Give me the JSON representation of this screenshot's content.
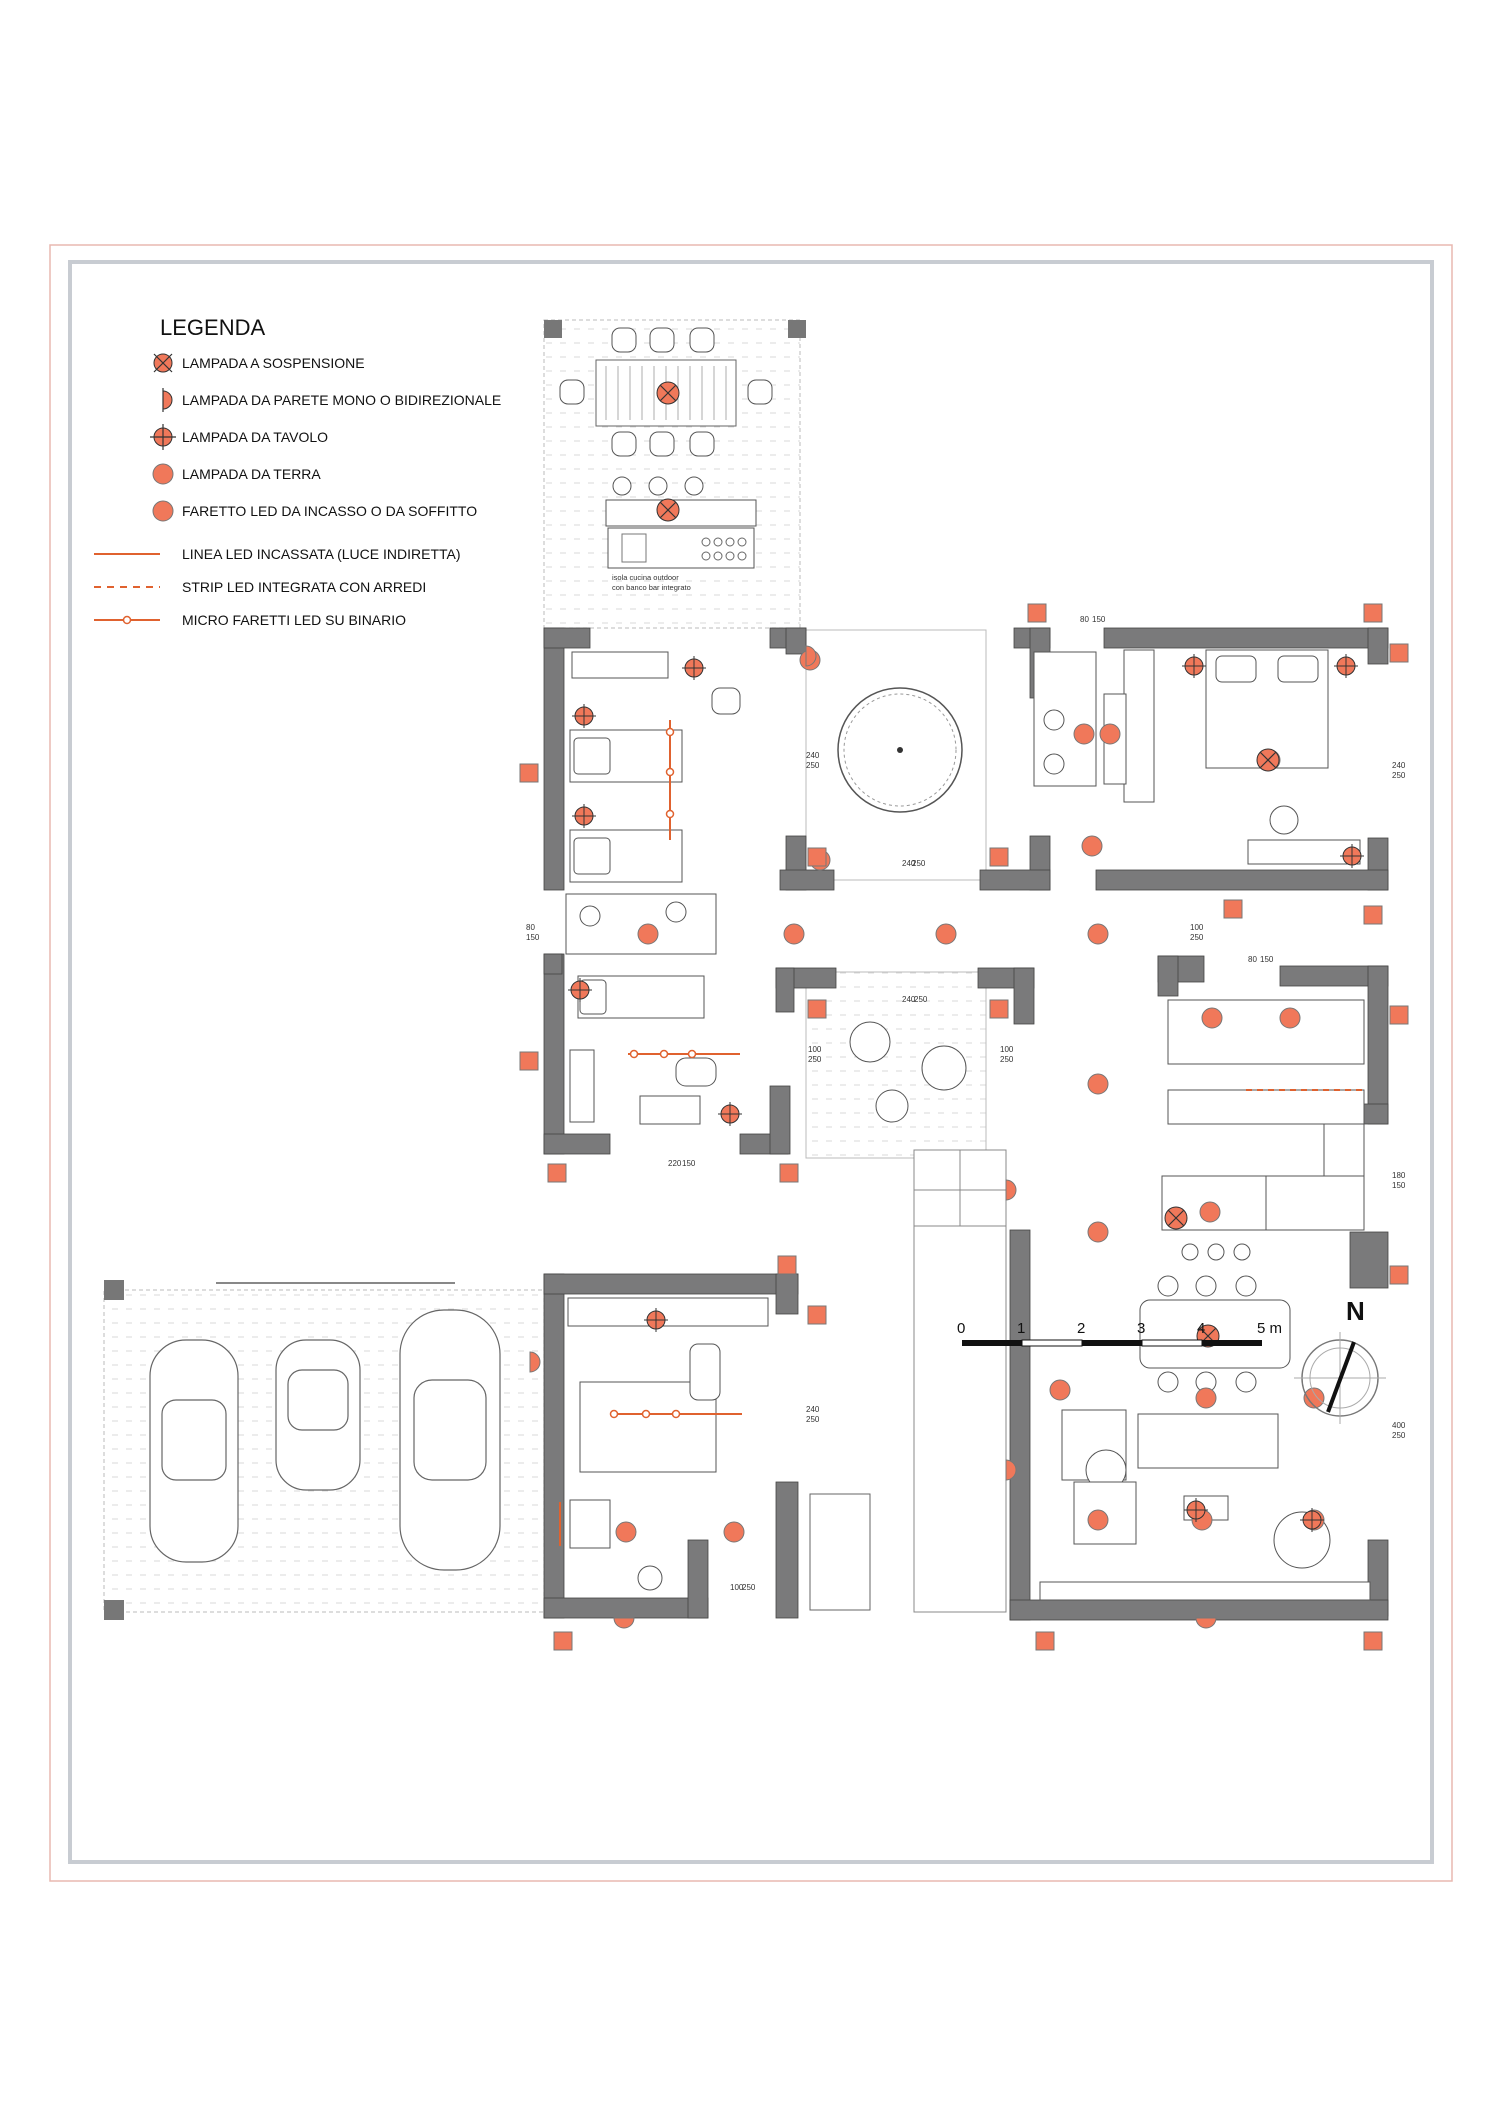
{
  "legend": {
    "title": "LEGENDA",
    "items": [
      {
        "label": "LAMPADA A SOSPENSIONE",
        "symbol": "pendant-lamp-icon"
      },
      {
        "label": "LAMPADA DA PARETE MONO O BIDIREZIONALE",
        "symbol": "wall-lamp-icon"
      },
      {
        "label": "LAMPADA DA TAVOLO",
        "symbol": "table-lamp-icon"
      },
      {
        "label": "LAMPADA DA TERRA",
        "symbol": "floor-lamp-icon"
      },
      {
        "label": "FARETTO LED DA INCASSO O DA SOFFITTO",
        "symbol": "recessed-spotlight-icon"
      },
      {
        "label": "LINEA LED INCASSATA (LUCE INDIRETTA)",
        "symbol": "led-line-icon"
      },
      {
        "label": "STRIP LED INTEGRATA CON ARREDI",
        "symbol": "led-strip-icon"
      },
      {
        "label": "MICRO FARETTI LED SU BINARIO",
        "symbol": "track-spotlight-icon"
      }
    ]
  },
  "outdoor_note": [
    "isola cucina outdoor",
    "con banco bar integrato"
  ],
  "dimensions": {
    "bedroom_nw_window": [
      "240",
      "250"
    ],
    "patio_window": [
      "240",
      "250"
    ],
    "bedroom_ne_window": [
      "240",
      "250"
    ],
    "bath_ne_window": [
      "80",
      "150"
    ],
    "bath_w_window": [
      "80",
      "150"
    ],
    "entrance_door": [
      "100",
      "250"
    ],
    "kitchen_window": [
      "80",
      "150"
    ],
    "living_window_top": [
      "240",
      "250"
    ],
    "living_door_w": [
      "100",
      "250"
    ],
    "living_door_e": [
      "100",
      "250"
    ],
    "study_window": [
      "220",
      "150"
    ],
    "kitchen_e_window": [
      "180",
      "150"
    ],
    "living_e_window": [
      "400",
      "250"
    ],
    "studio_s_window": [
      "240",
      "250"
    ],
    "bath_s_window": [
      "100",
      "250"
    ]
  },
  "scale_bar": {
    "labels": [
      "0",
      "1",
      "2",
      "3",
      "4",
      "5 m"
    ]
  },
  "north": {
    "label": "N"
  },
  "colors": {
    "accent": "#f0785a",
    "accent_stroke": "#c2441f",
    "wall": "#7a7a7b",
    "frame": "#c8ccd2",
    "outer_frame": "#e8b8b0"
  }
}
